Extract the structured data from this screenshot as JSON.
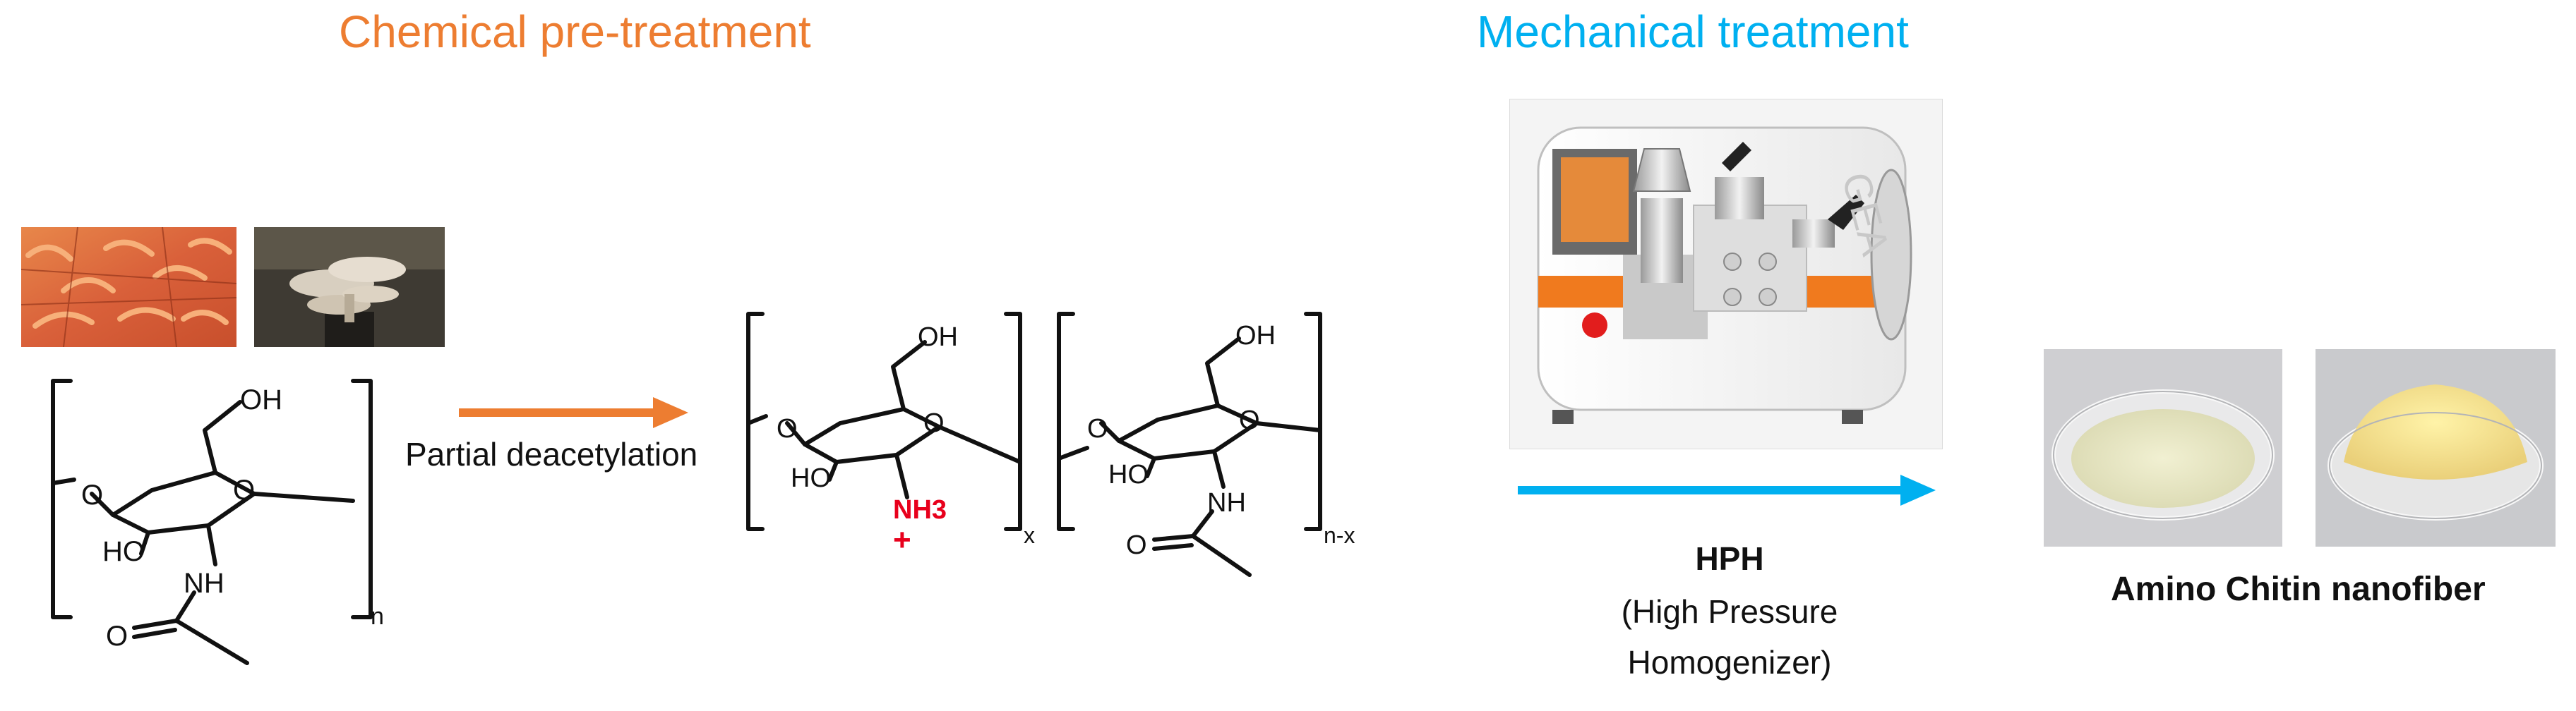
{
  "colors": {
    "chemical": "#ED7D31",
    "mechanical": "#00B0F0",
    "charge": "#E8001C",
    "ink": "#111111"
  },
  "stages": {
    "chemical_title": "Chemical pre-treatment",
    "mechanical_title": "Mechanical treatment"
  },
  "reaction": {
    "label": "Partial deacetylation"
  },
  "chitin": {
    "oh_top": "OH",
    "o_ring": "O",
    "o_link": "O",
    "ho": "HO",
    "nh": "NH",
    "o_carbonyl": "O",
    "subscript": "n"
  },
  "product": {
    "unit1": {
      "oh_top": "OH",
      "o_ring": "O",
      "o_link": "O",
      "ho": "HO",
      "nh3": "NH3",
      "plus": "+",
      "subscript": "x"
    },
    "unit2": {
      "oh_top": "OH",
      "o_ring": "O",
      "o_link": "O",
      "ho": "HO",
      "nh": "NH",
      "o_carbonyl": "O",
      "subscript": "n-x"
    }
  },
  "hph": {
    "title": "HPH",
    "line1": "(High Pressure",
    "line2": "Homogenizer)",
    "brand": "GEA"
  },
  "result": {
    "label": "Amino Chitin nanofiber"
  }
}
